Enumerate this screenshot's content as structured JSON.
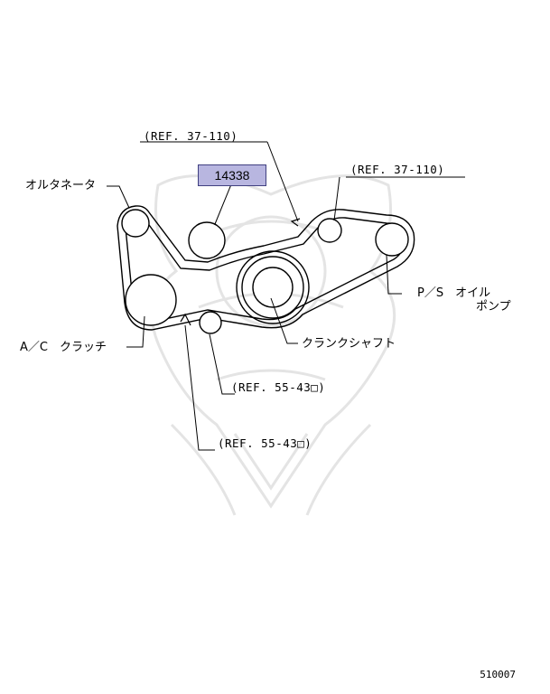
{
  "part_number": "14338",
  "labels": {
    "alternator": "オルタネータ",
    "ac_clutch": "A／C　クラッチ",
    "crankshaft": "クランクシャフト",
    "ps_oil_pump_line1": "P／S　オイル",
    "ps_oil_pump_line2": "ポンプ"
  },
  "refs": {
    "top_left": "(REF. 37-110)",
    "top_right": "(REF. 37-110)",
    "mid": "(REF. 55-43□)",
    "bottom": "(REF. 55-43□)"
  },
  "doc_id": "510007",
  "colors": {
    "highlight": "#b8b6e0",
    "line": "#000000",
    "watermark": "#e6e6e6"
  }
}
